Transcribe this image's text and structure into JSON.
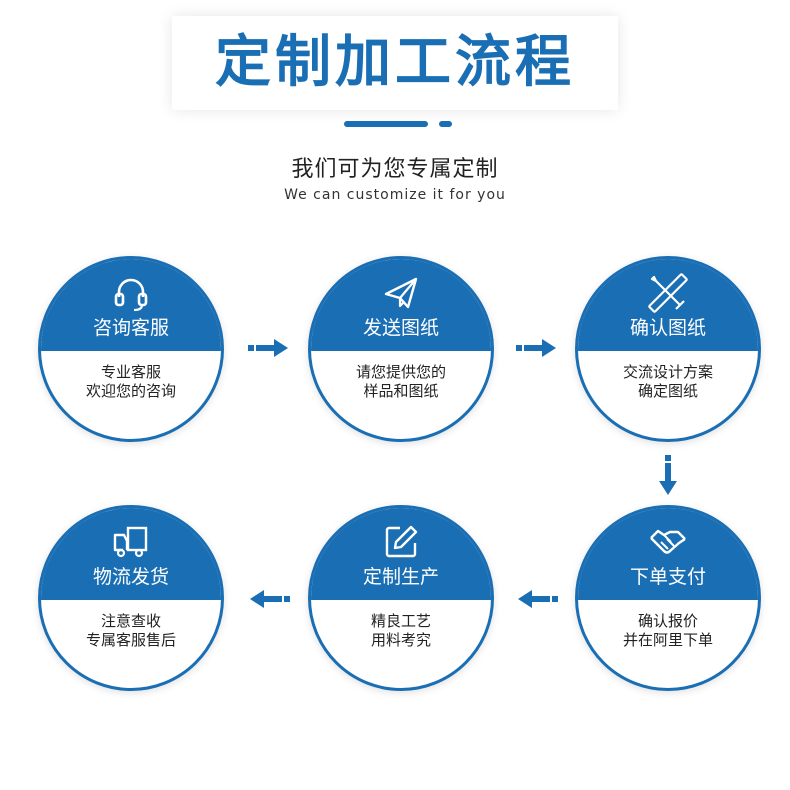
{
  "header": {
    "title": "定制加工流程",
    "subtitle": "我们可为您专属定制",
    "subtitle_en": "We can customize it for you"
  },
  "colors": {
    "primary": "#1a6eb4",
    "text": "#222222",
    "background": "#ffffff"
  },
  "steps": [
    {
      "title": "咨询客服",
      "desc_lines": [
        "专业客服",
        "欢迎您的咨询"
      ],
      "icon": "headset-icon"
    },
    {
      "title": "发送图纸",
      "desc_lines": [
        "请您提供您的",
        "样品和图纸"
      ],
      "icon": "paper-plane-icon"
    },
    {
      "title": "确认图纸",
      "desc_lines": [
        "交流设计方案",
        "确定图纸"
      ],
      "icon": "pencil-ruler-icon"
    },
    {
      "title": "下单支付",
      "desc_lines": [
        "确认报价",
        "并在阿里下单"
      ],
      "icon": "handshake-icon"
    },
    {
      "title": "定制生产",
      "desc_lines": [
        "精良工艺",
        "用料考究"
      ],
      "icon": "edit-icon"
    },
    {
      "title": "物流发货",
      "desc_lines": [
        "注意查收",
        "专属客服售后"
      ],
      "icon": "delivery-truck-icon"
    }
  ],
  "arrows": [
    "arrow-right",
    "arrow-right",
    "arrow-down",
    "arrow-left",
    "arrow-left"
  ]
}
